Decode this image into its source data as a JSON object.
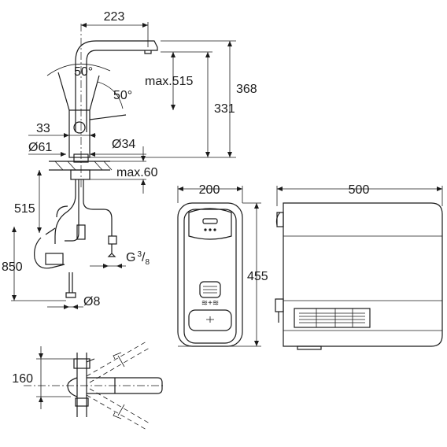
{
  "dimensions": {
    "spout_reach": "223",
    "total_height": "368",
    "spout_height": "331",
    "max_spout_clearance": "max.515",
    "swivel_angle_a": "50°",
    "swivel_angle_b": "50°",
    "lever_width": "33",
    "base_diameter": "Ø61",
    "hole_diameter": "Ø34",
    "max_deck_thickness": "max.60",
    "hose_length_515": "515",
    "hose_length_850": "850",
    "thread_G": "G",
    "thread_num": "3",
    "thread_den": "8",
    "pipe_diameter": "Ø8",
    "boiler_depth": "200",
    "boiler_width": "500",
    "boiler_height": "455",
    "lever_height": "160"
  },
  "colors": {
    "line": "#1a1a1a",
    "background": "#ffffff"
  }
}
